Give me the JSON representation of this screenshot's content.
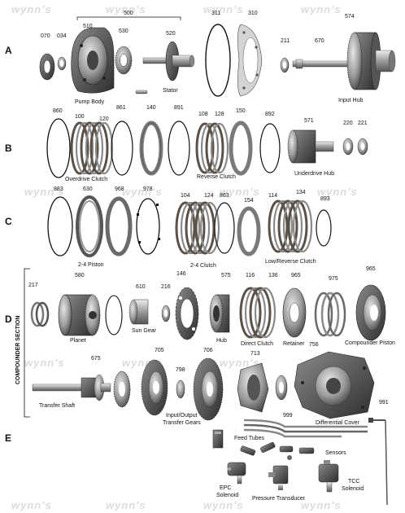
{
  "rows": [
    {
      "id": "a",
      "text": "A"
    },
    {
      "id": "b",
      "text": "B"
    },
    {
      "id": "c",
      "text": "C"
    },
    {
      "id": "d",
      "text": "D"
    },
    {
      "id": "e",
      "text": "E"
    }
  ],
  "section_label": "COMPOUNDER SECTION",
  "watermark": "wynn's",
  "part_numbers": {
    "n500": "500",
    "n510": "510",
    "n530": "530",
    "n520": "520",
    "n311": "311",
    "n310": "310",
    "n574": "574",
    "n070": "070",
    "n034": "034",
    "n211": "211",
    "n670": "670",
    "n860": "860",
    "n100": "100",
    "n120": "120",
    "n861": "861",
    "n140": "140",
    "n891": "891",
    "n108": "108",
    "n128": "128",
    "n150": "150",
    "n892": "892",
    "n571": "571",
    "n220": "220",
    "n221": "221",
    "n883": "883",
    "n630": "630",
    "n968": "968",
    "n978": "978",
    "n104": "104",
    "n124": "124",
    "n863": "863",
    "n154": "154",
    "n114": "114",
    "n134": "134",
    "n893": "893",
    "n217": "217",
    "n580": "580",
    "n610": "610",
    "n216": "216",
    "n146": "146",
    "n575": "575",
    "n116": "116",
    "n136": "136",
    "n965a": "965",
    "n975": "975",
    "n965b": "965",
    "n675": "675",
    "n705": "705",
    "n706": "706",
    "n798": "798",
    "n713": "713",
    "n756": "756",
    "n991": "991",
    "n999": "999"
  },
  "labels": {
    "pump_body": "Pump Body",
    "stator": "Stator",
    "input_hub": "Input Hub",
    "overdrive_clutch": "Overdrive Clutch",
    "reverse_clutch": "Reverse Clutch",
    "underdrive_hub": "Underdrive Hub",
    "piston_24": "2-4 Piston",
    "clutch_24": "2-4 Clutch",
    "low_reverse_clutch": "Low/Reverse Clutch",
    "planet": "Planet",
    "sun_gear": "Sun Gear",
    "hub": "Hub",
    "direct_clutch": "Direct Clutch",
    "retainer": "Retainer",
    "compounder_piston": "Compounder Piston",
    "transfer_shaft": "Transfer Shaft",
    "io_gears_1": "Input/Output",
    "io_gears_2": "Transfer Gears",
    "differential_cover": "Differential Cover",
    "feed_tubes": "Feed Tubes",
    "sensors": "Sensors",
    "epc_1": "EPC",
    "epc_2": "Solenoid",
    "pressure_transducer": "Pressure Transducer",
    "tcc_1": "TCC",
    "tcc_2": "Solenoid"
  },
  "colors": {
    "ink": "#111111",
    "metal": "#8a8a8a",
    "metal_dark": "#4a4a4a",
    "friction": "#5a5148",
    "light": "#c8c8c8",
    "watermark": "#dcdcdc"
  }
}
